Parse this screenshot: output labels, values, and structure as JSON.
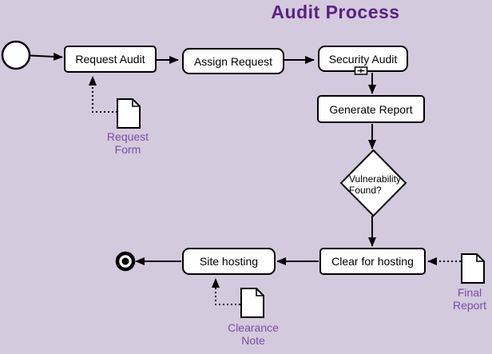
{
  "title": "Audit Process",
  "colors": {
    "background": "#D3CADD",
    "title_text": "#5B2182",
    "document_label_text": "#7A4CA5",
    "node_fill": "#FFFFFF",
    "node_stroke": "#000000"
  },
  "nodes": {
    "start_event": {
      "type": "start-circle"
    },
    "request_audit": {
      "label": "Request Audit"
    },
    "assign_request": {
      "label": "Assign Request"
    },
    "security_audit": {
      "label": "Security Audit",
      "marker": "subprocess-plus"
    },
    "generate_report": {
      "label": "Generate Report"
    },
    "vulnerability_gateway": {
      "label": "Vulnerability Found?",
      "shape": "diamond"
    },
    "clear_for_hosting": {
      "label": "Clear for hosting"
    },
    "site_hosting": {
      "label": "Site hosting"
    },
    "end_event": {
      "type": "end-circle"
    }
  },
  "documents": {
    "request_form": {
      "label": "Request Form",
      "icon": "document-icon"
    },
    "final_report": {
      "label": "Final Report",
      "icon": "document-icon"
    },
    "clearance_note": {
      "label": "Clearance Note",
      "icon": "document-icon"
    }
  },
  "icons": {
    "subprocess_marker": "plus-in-box",
    "document": "page-with-folded-corner"
  },
  "flows": [
    {
      "from": "start_event",
      "to": "request_audit",
      "style": "solid"
    },
    {
      "from": "request_audit",
      "to": "assign_request",
      "style": "solid"
    },
    {
      "from": "assign_request",
      "to": "security_audit",
      "style": "solid"
    },
    {
      "from": "security_audit",
      "to": "generate_report",
      "style": "solid"
    },
    {
      "from": "generate_report",
      "to": "vulnerability_gateway",
      "style": "solid"
    },
    {
      "from": "vulnerability_gateway",
      "to": "clear_for_hosting",
      "style": "solid"
    },
    {
      "from": "clear_for_hosting",
      "to": "site_hosting",
      "style": "solid"
    },
    {
      "from": "site_hosting",
      "to": "end_event",
      "style": "solid"
    },
    {
      "from": "request_form",
      "to": "request_audit",
      "style": "dotted"
    },
    {
      "from": "final_report",
      "to": "clear_for_hosting",
      "style": "dotted"
    },
    {
      "from": "clearance_note",
      "to": "site_hosting",
      "style": "dotted"
    }
  ]
}
